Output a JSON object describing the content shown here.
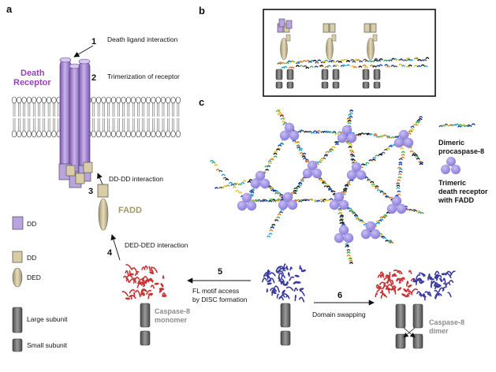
{
  "panels": {
    "a": "a",
    "b": "b",
    "c": "c"
  },
  "steps": {
    "s1": {
      "num": "1",
      "label": "Death ligand interaction"
    },
    "s2": {
      "num": "2",
      "label": "Trimerization of receptor"
    },
    "s3": {
      "num": "3",
      "label": "DD-DD interaction"
    },
    "s4": {
      "num": "4",
      "label": "DED-DED interaction"
    },
    "s5": {
      "num": "5",
      "label_line1": "FL motif access",
      "label_line2": "by DISC formation"
    },
    "s6": {
      "num": "6",
      "label": "Domain swapping"
    }
  },
  "labels": {
    "death_receptor_line1": "Death",
    "death_receptor_line2": "Receptor",
    "fadd": "FADD",
    "caspase_monomer_line1": "Caspase-8",
    "caspase_monomer_line2": "monomer",
    "caspase_dimer_line1": "Caspase-8",
    "caspase_dimer_line2": "dimer"
  },
  "legend_left": {
    "dd_receptor": "DD",
    "dd_fadd": "DD",
    "ded": "DED",
    "large_subunit": "Large subunit",
    "small_subunit": "Small subunit"
  },
  "legend_c": {
    "procaspase_line1": "Dimeric",
    "procaspase_line2": "procaspase-8",
    "receptor_line1": "Trimeric",
    "receptor_line2": "death receptor",
    "receptor_line3": "with FADD"
  },
  "colors": {
    "receptor": "#a98bd8",
    "receptor_dark": "#7a5aa8",
    "fadd_dd": "#d8cda4",
    "ded": "#b8ad86",
    "subunit": "#6f6f6f",
    "protein_red": "#c83232",
    "protein_blue": "#3a3aa0",
    "disc_node": "#9a8ce6",
    "death_receptor_text": "#9a3fc0",
    "fadd_text": "#a29766",
    "caspase_text": "#8c8c8c"
  }
}
